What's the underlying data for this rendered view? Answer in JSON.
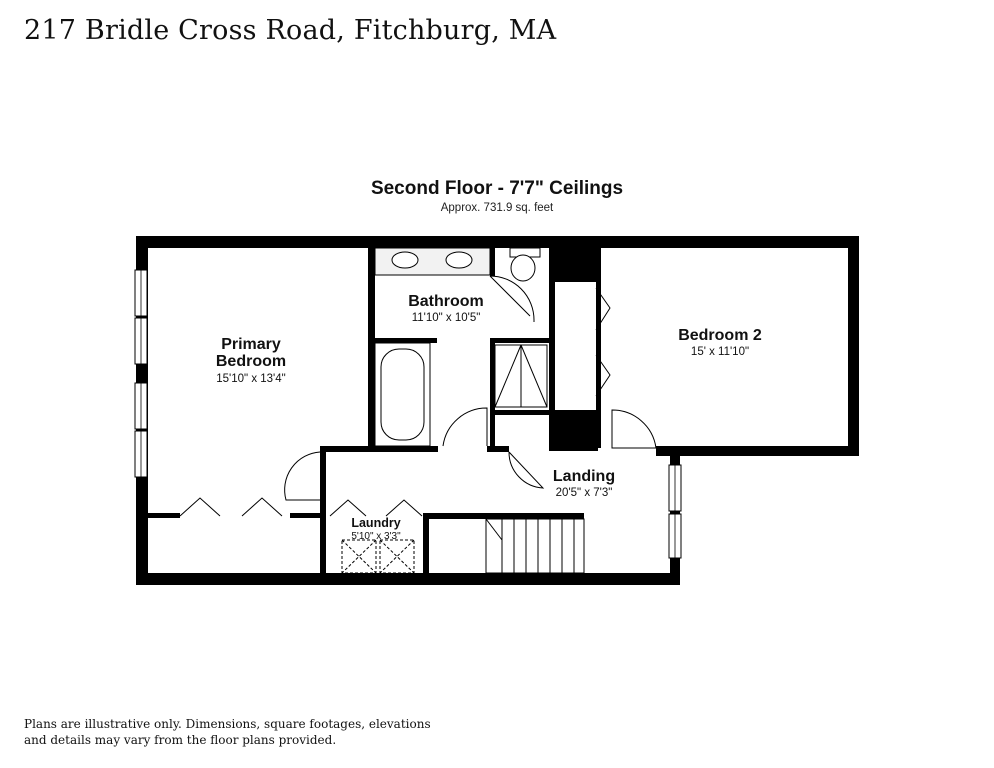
{
  "header": {
    "address": "217 Bridle Cross Road, Fitchburg, MA"
  },
  "floor": {
    "title": "Second Floor - 7'7\" Ceilings",
    "area": "Approx. 731.9 sq. feet"
  },
  "rooms": {
    "primary_bedroom": {
      "name_line1": "Primary",
      "name_line2": "Bedroom",
      "dims": "15'10\" x 13'4\""
    },
    "bathroom": {
      "name": "Bathroom",
      "dims": "11'10\" x 10'5\""
    },
    "bedroom2": {
      "name": "Bedroom 2",
      "dims": "15' x 11'10\""
    },
    "landing": {
      "name": "Landing",
      "dims": "20'5\" x 7'3\""
    },
    "laundry": {
      "name": "Laundry",
      "dims": "5'10\" x 3'3\""
    }
  },
  "footer": {
    "disclaimer": "Plans are illustrative only. Dimensions, square footages, elevations and details may vary from the floor plans provided."
  }
}
